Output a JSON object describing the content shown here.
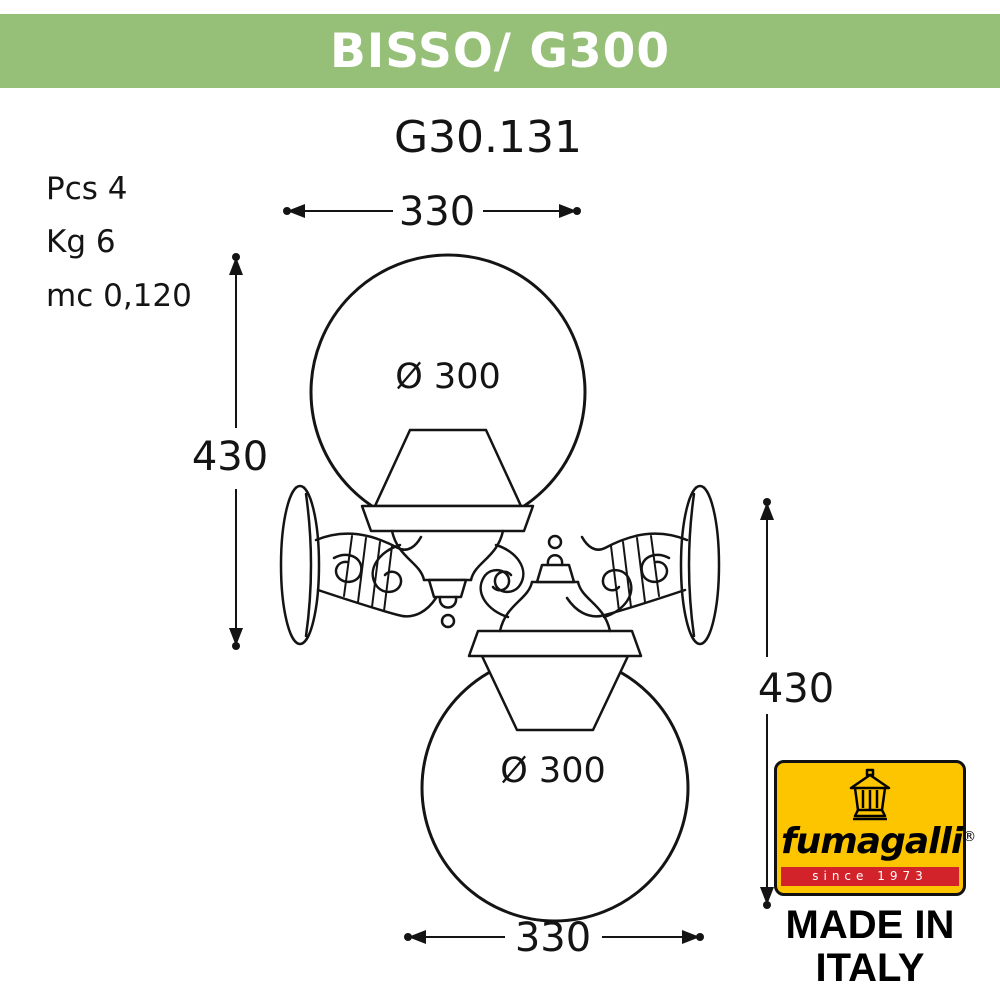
{
  "header": {
    "title": "BISSO/ G300"
  },
  "model_code": "G30.131",
  "specs": {
    "pcs": "Pcs 4",
    "kg": "Kg 6",
    "mc": "mc 0,120"
  },
  "dimensions": {
    "top_width": "330",
    "bottom_width": "330",
    "left_height": "430",
    "right_height": "430",
    "globe_top_diameter": "Ø 300",
    "globe_bottom_diameter": "Ø 300"
  },
  "logo": {
    "brand": "fumagalli",
    "registered_mark": "®",
    "since": "since 1973",
    "made_in_line1": "MADE IN",
    "made_in_line2": "ITALY"
  },
  "colors": {
    "header_green": "#96bf78",
    "logo_yellow": "#fdc500",
    "logo_red": "#d2232a",
    "line_black": "#141414"
  }
}
